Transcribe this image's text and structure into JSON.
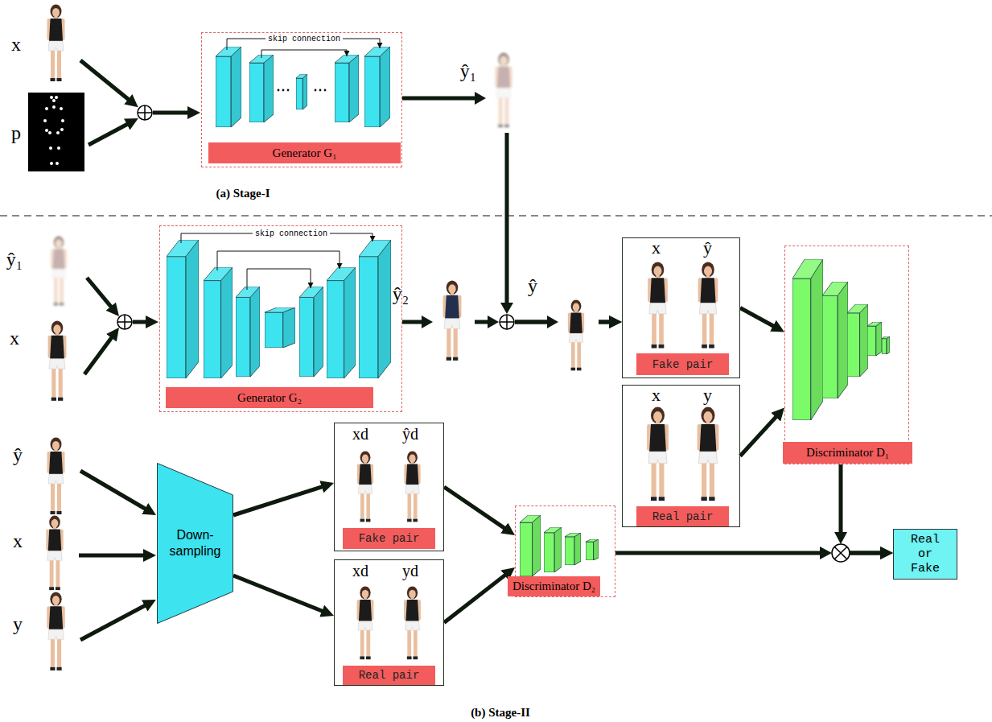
{
  "diagram": {
    "nodes": [
      {
        "text": [
          "Generator G₁"
        ]
      },
      {
        "text": [
          "Generator G₂"
        ]
      },
      {
        "text": [
          "x",
          "ŷ"
        ]
      },
      {
        "text": [
          "Fake pair"
        ],
        "in": 2
      },
      {
        "text": [
          "x",
          "y"
        ]
      },
      {
        "text": [
          "Real pair"
        ],
        "in": 4
      },
      {
        "text": [
          "Discriminator D₁"
        ]
      },
      {
        "text": [
          "Down-sampling"
        ]
      },
      {
        "text": [
          "xd",
          "ŷd"
        ]
      },
      {
        "text": [
          "Fake pair"
        ],
        "in": 8
      },
      {
        "text": [
          "xd",
          "yd"
        ]
      },
      {
        "text": [
          "Real pair"
        ],
        "in": 10
      },
      {
        "text": [
          "Discriminator D₂"
        ]
      },
      {
        "text": [
          "Real or Fake"
        ]
      }
    ],
    "edges": [
      {
        "from": 0,
        "to": 2,
        "arrow": "to"
      },
      {
        "from": 1,
        "to": 2,
        "arrow": "to"
      },
      {
        "from": 2,
        "to": 6,
        "arrow": "to"
      },
      {
        "from": 4,
        "to": 6,
        "arrow": "to"
      },
      {
        "from": 7,
        "to": 8,
        "arrow": "to"
      },
      {
        "from": 7,
        "to": 10,
        "arrow": "to"
      },
      {
        "from": 8,
        "to": 12,
        "arrow": "to"
      },
      {
        "from": 10,
        "to": 12,
        "arrow": "to"
      },
      {
        "from": 6,
        "to": 13,
        "arrow": "to"
      },
      {
        "from": 12,
        "to": 13,
        "arrow": "to"
      }
    ],
    "labels": [
      "x",
      "p",
      "(a) Stage-I",
      "skip connection",
      "ŷ₁",
      "ŷ₁",
      "x",
      "skip connection",
      "ŷ₂",
      "ŷ",
      "ŷ",
      "x",
      "y",
      "(b) Stage-II"
    ]
  }
}
